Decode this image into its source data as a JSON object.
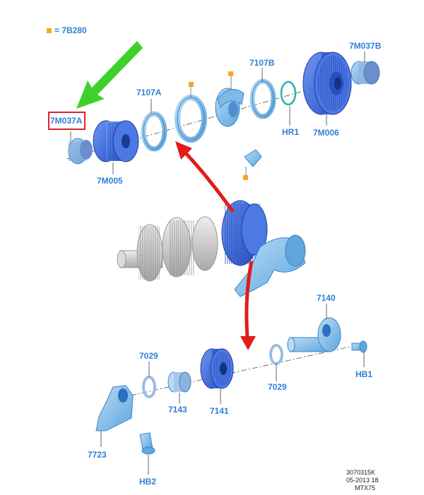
{
  "legend": {
    "marker_color": "#f5a623",
    "text": "= 7B280"
  },
  "labels": {
    "p7M037A": "7M037A",
    "p7M005": "7M005",
    "p7107A": "7107A",
    "p7107B": "7107B",
    "pHR1": "HR1",
    "p7M006": "7M006",
    "p7M037B": "7M037B",
    "p7140": "7140",
    "pHB1": "HB1",
    "p7029a": "7029",
    "p7029b": "7029",
    "p7143": "7143",
    "p7141": "7141",
    "p7723": "7723",
    "pHB2": "HB2"
  },
  "footer": {
    "line1": "3070315K",
    "line2": "05-2013 18",
    "line3": "MTX75"
  },
  "colors": {
    "label": "#2f7fd6",
    "part_blue": "#3d6fe0",
    "part_light": "#8cc3ec",
    "shaft_gray": "#c8c8c8",
    "highlight_box": "#e0202a",
    "green_arrow": "#3fd12b",
    "red_arrow": "#e21b1b"
  }
}
